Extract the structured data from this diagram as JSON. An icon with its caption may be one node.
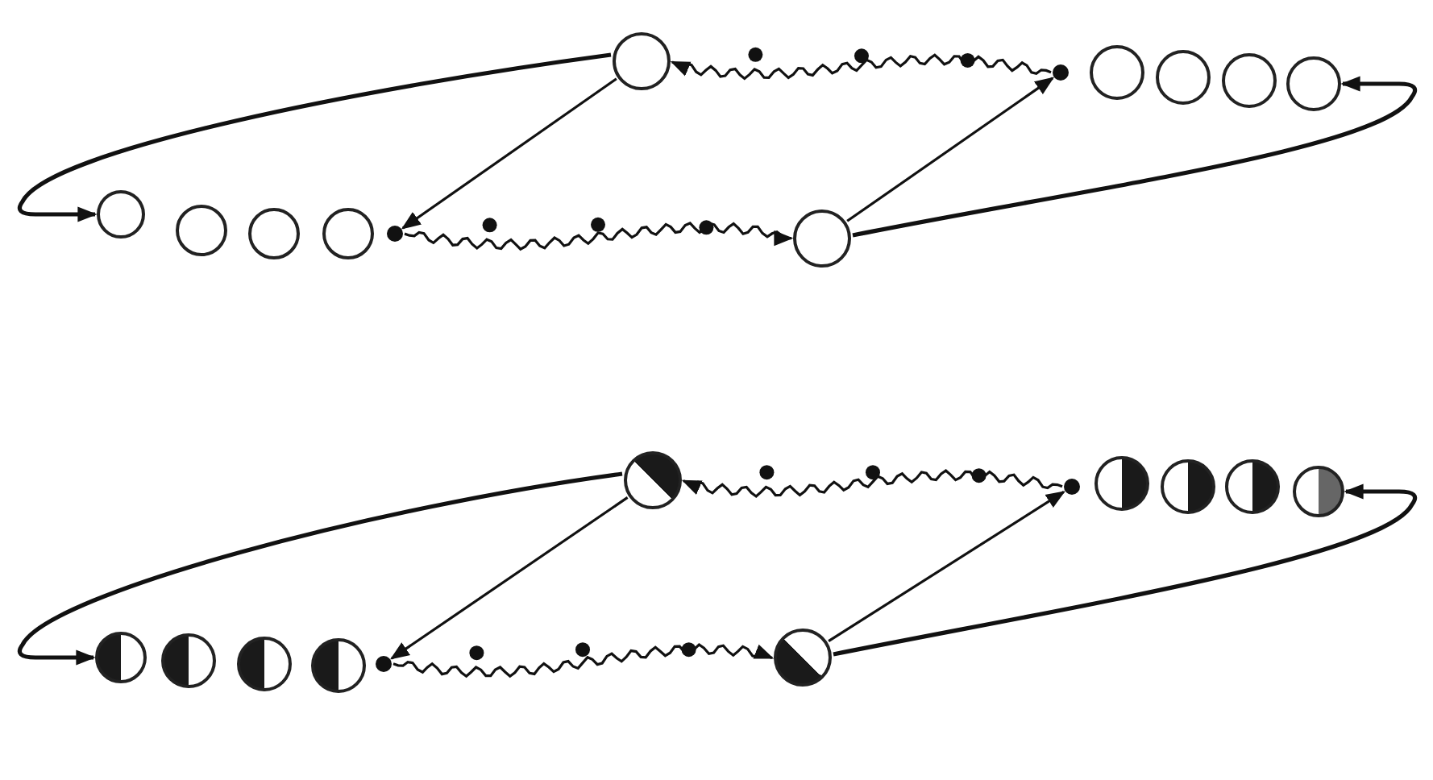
{
  "diagram": {
    "nodes": [
      {
        "text": [],
        "shape": "circle"
      },
      {
        "text": [],
        "shape": "circle"
      },
      {
        "text": [],
        "shape": "circle"
      },
      {
        "text": [],
        "shape": "circle"
      },
      {
        "text": [],
        "shape": "circle"
      },
      {
        "text": [],
        "shape": "circle"
      },
      {
        "text": [],
        "shape": "circle"
      },
      {
        "text": [],
        "shape": "circle"
      },
      {
        "text": [],
        "shape": "circle"
      },
      {
        "text": [],
        "shape": "circle"
      },
      {
        "text": [],
        "shape": "circle"
      },
      {
        "text": [],
        "shape": "circle"
      },
      {
        "text": [],
        "shape": "circle"
      },
      {
        "text": [],
        "shape": "circle"
      },
      {
        "text": [],
        "shape": "circle"
      },
      {
        "text": [],
        "shape": "circle"
      },
      {
        "text": [],
        "shape": "circle"
      },
      {
        "text": [],
        "shape": "circle"
      },
      {
        "text": [],
        "shape": "circle"
      },
      {
        "text": [],
        "shape": "circle"
      },
      {
        "text": [],
        "shape": "circle"
      },
      {
        "text": [],
        "shape": "circle"
      },
      {
        "text": [],
        "shape": "circle"
      },
      {
        "text": [],
        "shape": "circle"
      }
    ],
    "edges": [
      {
        "from": 1,
        "to": 0,
        "arrow": "to"
      },
      {
        "from": 10,
        "to": 11,
        "arrow": "to"
      },
      {
        "from": 0,
        "to": 10,
        "arrow": "to"
      },
      {
        "from": 11,
        "to": 1,
        "arrow": "to"
      },
      {
        "from": 0,
        "to": 6,
        "arrow": "to"
      },
      {
        "from": 11,
        "to": 5,
        "arrow": "to"
      },
      {
        "from": 13,
        "to": 12,
        "arrow": "to"
      },
      {
        "from": 22,
        "to": 23,
        "arrow": "to"
      },
      {
        "from": 12,
        "to": 22,
        "arrow": "to"
      },
      {
        "from": 23,
        "to": 13,
        "arrow": "to"
      },
      {
        "from": 12,
        "to": 18,
        "arrow": "to"
      },
      {
        "from": 23,
        "to": 17,
        "arrow": "to"
      }
    ]
  }
}
